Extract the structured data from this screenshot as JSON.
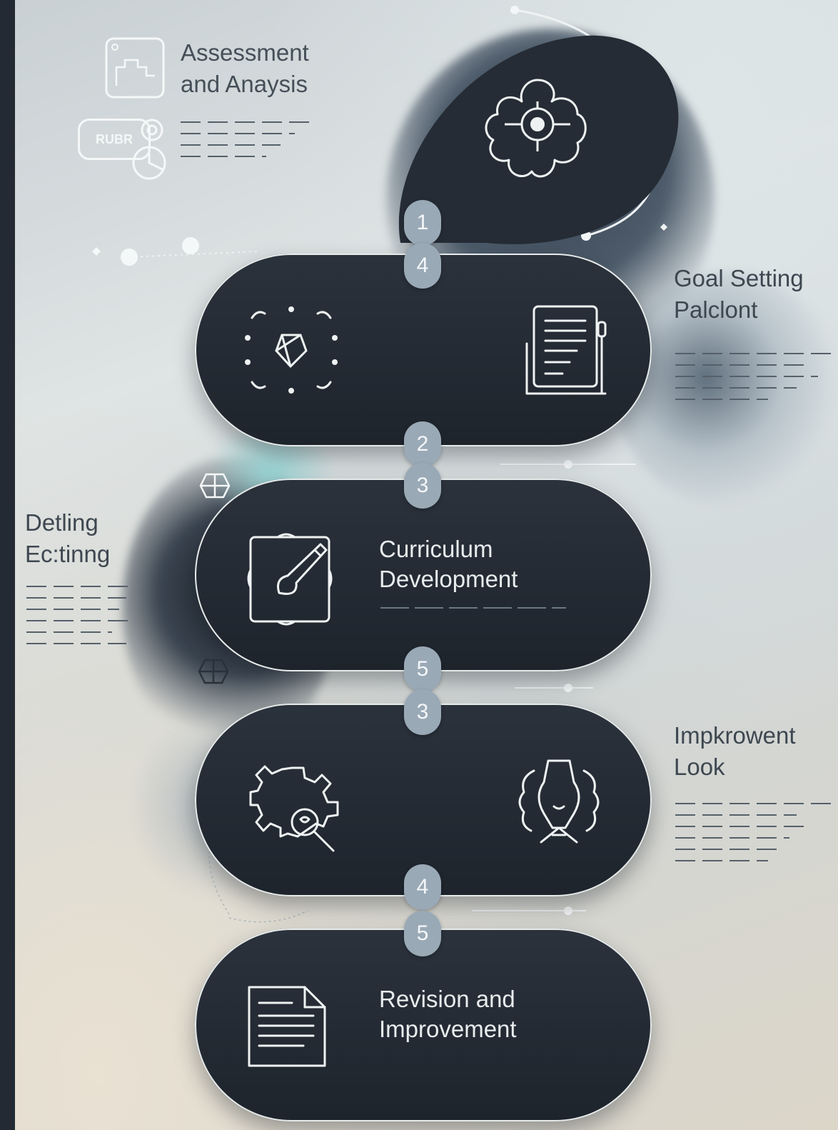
{
  "steps": [
    {
      "title": "Curriculum Development"
    },
    {
      "title": "Revision and Improvement"
    }
  ],
  "side_labels": {
    "top_left": {
      "line1": "Assessment",
      "line2": "and Anaysis",
      "badge": "RUBR"
    },
    "right_upper": {
      "line1": "Goal Setting",
      "line2": "Palclont"
    },
    "left_middle": {
      "line1": "Detling",
      "line2": "Ec:tinng"
    },
    "right_lower": {
      "line1": "Impkrowent",
      "line2": "Look"
    }
  },
  "step_numbers": [
    "1",
    "4",
    "2",
    "3",
    "5",
    "3",
    "4",
    "5"
  ],
  "colors": {
    "pill": "#232a33",
    "number_badge": "#9aa9b6",
    "background": "#d6dcdd",
    "text_dark": "#3e4750",
    "text_light": "#e8eced"
  },
  "icons": [
    "hexagon-grid-icon",
    "gear-flower-icon",
    "target-cube-icon",
    "document-list-icon",
    "puzzle-pencil-icon",
    "gear-magnifier-icon",
    "lightbulb-brain-icon",
    "document-icon"
  ]
}
